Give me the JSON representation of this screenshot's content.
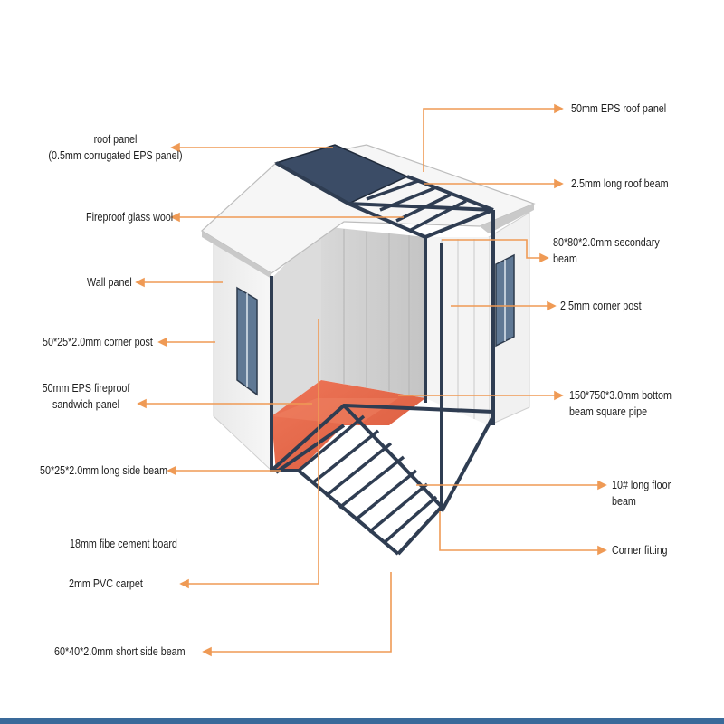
{
  "colors": {
    "leader": "#ef9a55",
    "frame": "#2f3d52",
    "panel": "#f3f3f3",
    "floor": "#e6694a",
    "bottom_bar": "#3a6a9a"
  },
  "labels": {
    "roof_panel": [
      "roof panel",
      "(0.5mm corrugated EPS panel)"
    ],
    "fireproof_glass_wool": [
      "Fireproof glass wool"
    ],
    "wall_panel": [
      "Wall panel"
    ],
    "corner_post_50x25": [
      "50*25*2.0mm corner post"
    ],
    "eps_sandwich_panel": [
      "50mm EPS  fireproof",
      "sandwich panel"
    ],
    "long_side_beam": [
      "50*25*2.0mm long side beam"
    ],
    "fibe_cement_board": [
      "18mm fibe cement board"
    ],
    "pvc_carpet": [
      "2mm PVC carpet"
    ],
    "short_side_beam": [
      "60*40*2.0mm short side beam"
    ],
    "eps_roof_panel": [
      "50mm EPS roof panel"
    ],
    "long_roof_beam": [
      "2.5mm long roof beam"
    ],
    "secondary_beam": [
      "80*80*2.0mm secondary",
      "beam"
    ],
    "corner_post_25": [
      "2.5mm corner post"
    ],
    "bottom_beam": [
      "150*750*3.0mm bottom",
      "beam square pipe"
    ],
    "long_floor_beam": [
      "10# long floor",
      "beam"
    ],
    "corner_fitting": [
      "Corner fitting"
    ]
  }
}
